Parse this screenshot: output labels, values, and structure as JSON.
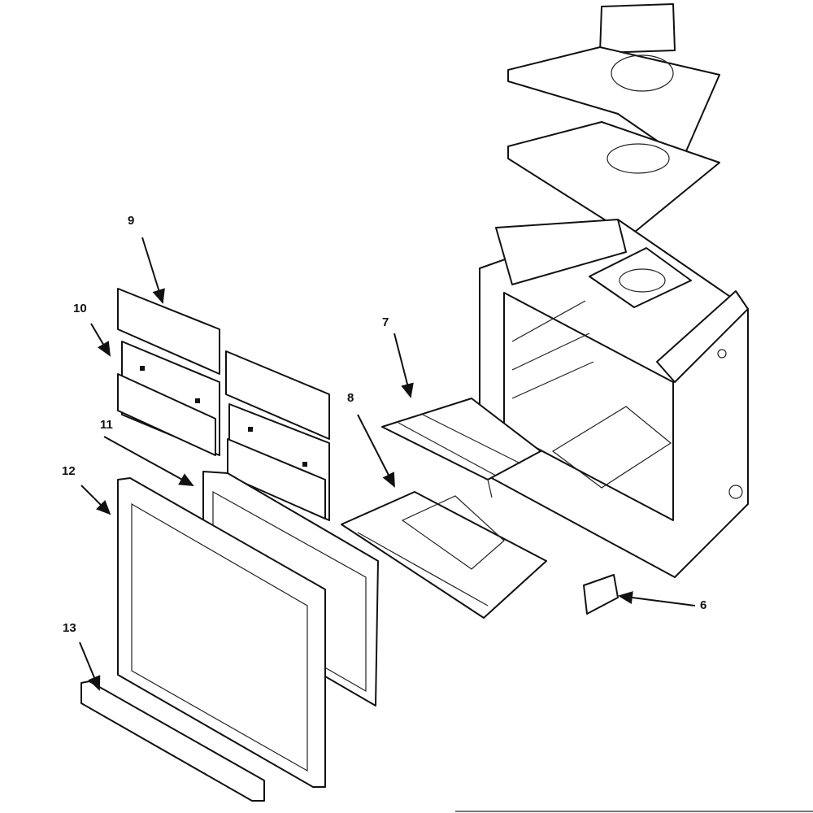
{
  "diagram": {
    "type": "exploded-parts-diagram",
    "callouts": [
      {
        "id": "c9",
        "label": "9"
      },
      {
        "id": "c10",
        "label": "10"
      },
      {
        "id": "c7",
        "label": "7"
      },
      {
        "id": "c8",
        "label": "8"
      },
      {
        "id": "c11",
        "label": "11"
      },
      {
        "id": "c12",
        "label": "12"
      },
      {
        "id": "c6",
        "label": "6"
      },
      {
        "id": "c13",
        "label": "13"
      }
    ]
  }
}
